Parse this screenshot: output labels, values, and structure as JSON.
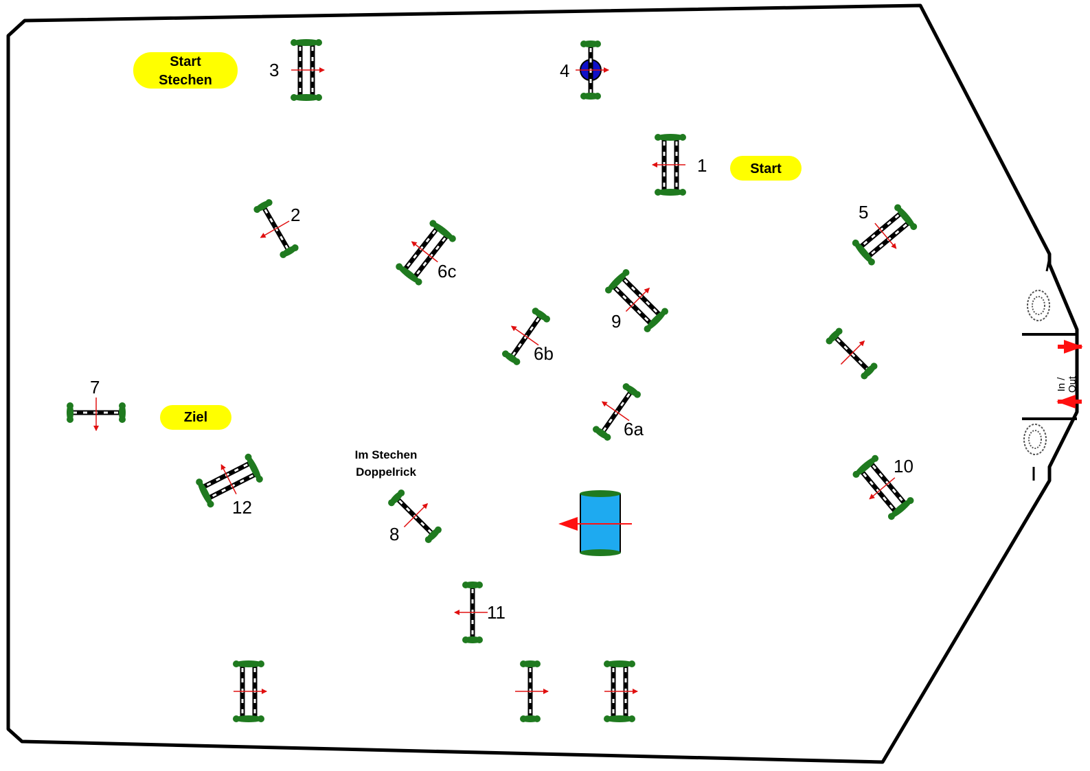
{
  "course": {
    "labels": {
      "start_stechen": [
        "Start",
        "Stechen"
      ],
      "start": "Start",
      "ziel": "Ziel",
      "stechen_note": [
        "Im Stechen",
        "Doppelrick"
      ],
      "gate": [
        "In /",
        "Out"
      ]
    },
    "obstacles": [
      {
        "id": "1",
        "kind": "oxer"
      },
      {
        "id": "2",
        "kind": "vertical"
      },
      {
        "id": "3",
        "kind": "oxer"
      },
      {
        "id": "4",
        "kind": "vertical-disc"
      },
      {
        "id": "5",
        "kind": "oxer"
      },
      {
        "id": "6a",
        "kind": "vertical"
      },
      {
        "id": "6b",
        "kind": "vertical"
      },
      {
        "id": "6c",
        "kind": "oxer"
      },
      {
        "id": "7",
        "kind": "vertical"
      },
      {
        "id": "8",
        "kind": "vertical"
      },
      {
        "id": "9",
        "kind": "oxer"
      },
      {
        "id": "10",
        "kind": "oxer"
      },
      {
        "id": "11",
        "kind": "vertical"
      },
      {
        "id": "12",
        "kind": "oxer"
      }
    ],
    "colors": {
      "pole": "#000000",
      "pole_stripe": "#ffffff",
      "hedge": "#1f7a1f",
      "direction_arrow": "#e01010",
      "label_fill": "#ffff00",
      "water": "#1eaaf0",
      "disc": "#1010c8"
    }
  }
}
